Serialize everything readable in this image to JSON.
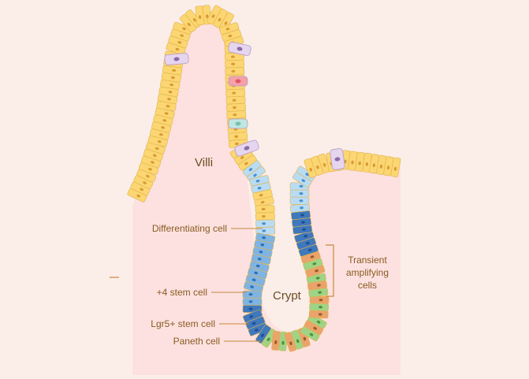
{
  "labels": {
    "villi": "Villi",
    "crypt": "Crypt",
    "differentiating_cell": "Differentiating cell",
    "plus4_stem_cell": "+4 stem cell",
    "lgr5_stem_cell": "Lgr5+ stem cell",
    "paneth_cell": "Paneth cell",
    "transient_line1": "Transient",
    "transient_line2": "amplifying",
    "transient_line3": "cells"
  },
  "colors": {
    "background": "#fbeee9",
    "tissue": "#fce1e0",
    "enterocyte": "#fbd672",
    "enterocyte_border": "#e0b24a",
    "differentiating": "#b9dcf3",
    "transit_amplifying": "#7fb4e2",
    "plus4_stem": "#3f78bd",
    "lgr5_stem": "#9fd486",
    "paneth": "#eba36c",
    "goblet": "#e6d5ee",
    "tuft": "#f6a0a8",
    "enteroendocrine": "#bfe7df",
    "label_text": "#8a5a1f",
    "leader_line": "#c9883b"
  }
}
